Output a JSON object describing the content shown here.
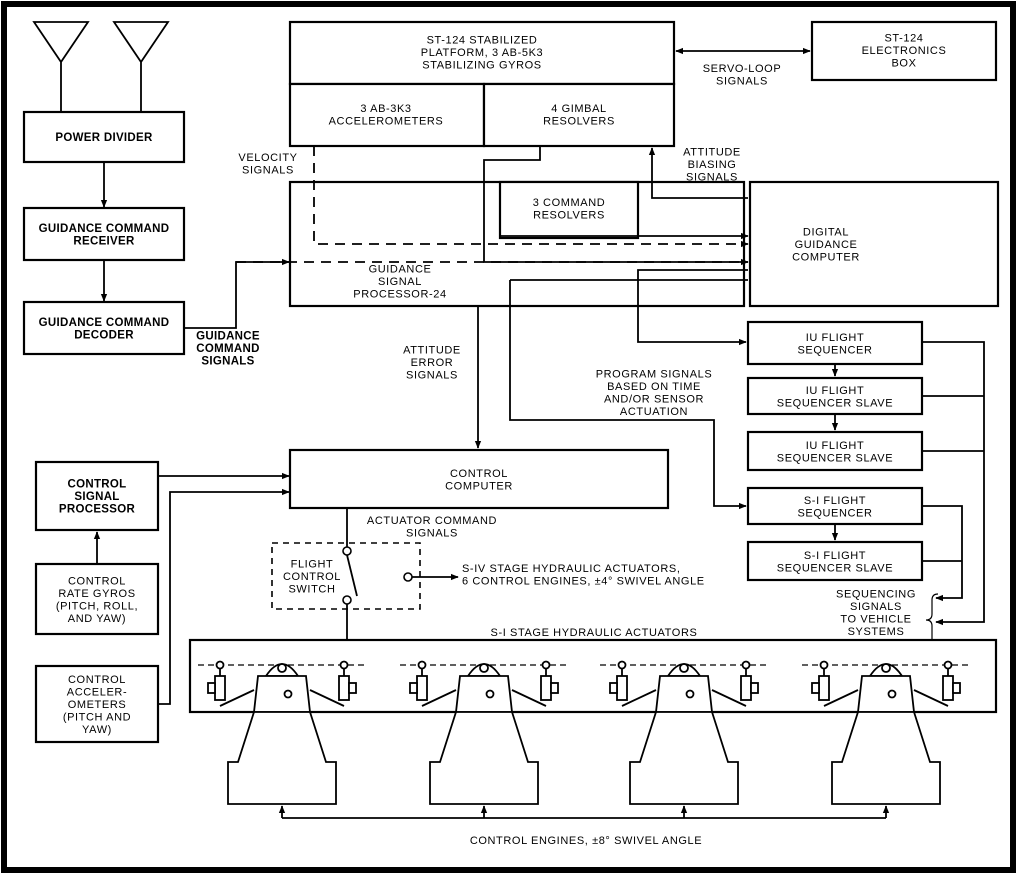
{
  "blocks": {
    "power_divider": [
      "POWER DIVIDER"
    ],
    "guidance_command_receiver": [
      "GUIDANCE COMMAND",
      "RECEIVER"
    ],
    "guidance_command_decoder": [
      "GUIDANCE COMMAND",
      "DECODER"
    ],
    "stabilized_platform": [
      "ST-124 STABILIZED",
      "PLATFORM, 3 AB-5K3",
      "STABILIZING GYROS"
    ],
    "accelerometers": [
      "3 AB-3K3",
      "ACCELEROMETERS"
    ],
    "gimbal_resolvers": [
      "4 GIMBAL",
      "RESOLVERS"
    ],
    "electronics_box": [
      "ST-124",
      "ELECTRONICS",
      "BOX"
    ],
    "command_resolvers": [
      "3 COMMAND",
      "RESOLVERS"
    ],
    "guidance_signal_processor": [
      "GUIDANCE",
      "SIGNAL",
      "PROCESSOR-24"
    ],
    "digital_guidance_computer": [
      "DIGITAL",
      "GUIDANCE",
      "COMPUTER"
    ],
    "iu_flight_sequencer": [
      "IU FLIGHT",
      "SEQUENCER"
    ],
    "iu_flight_sequencer_slave_1": [
      "IU FLIGHT",
      "SEQUENCER SLAVE"
    ],
    "iu_flight_sequencer_slave_2": [
      "IU FLIGHT",
      "SEQUENCER SLAVE"
    ],
    "si_flight_sequencer": [
      "S-I FLIGHT",
      "SEQUENCER"
    ],
    "si_flight_sequencer_slave": [
      "S-I FLIGHT",
      "SEQUENCER SLAVE"
    ],
    "control_computer": [
      "CONTROL",
      "COMPUTER"
    ],
    "control_signal_processor": [
      "CONTROL",
      "SIGNAL",
      "PROCESSOR"
    ],
    "control_rate_gyros": [
      "CONTROL",
      "RATE GYROS",
      "(PITCH, ROLL,",
      "AND YAW)"
    ],
    "control_accelerometers": [
      "CONTROL",
      "ACCELER-",
      "OMETERS",
      "(PITCH AND",
      "YAW)"
    ],
    "flight_control_switch": [
      "FLIGHT",
      "CONTROL",
      "SWITCH"
    ]
  },
  "labels": {
    "servo_loop": [
      "SERVO-LOOP",
      "SIGNALS"
    ],
    "velocity": [
      "VELOCITY",
      "SIGNALS"
    ],
    "attitude_biasing": [
      "ATTITUDE",
      "BIASING",
      "SIGNALS"
    ],
    "guidance_command_signals": [
      "GUIDANCE",
      "COMMAND",
      "SIGNALS"
    ],
    "attitude_error": [
      "ATTITUDE",
      "ERROR",
      "SIGNALS"
    ],
    "program_signals": [
      "PROGRAM SIGNALS",
      "BASED ON TIME",
      "AND/OR SENSOR",
      "ACTUATION"
    ],
    "actuator_command": [
      "ACTUATOR COMMAND",
      "SIGNALS"
    ],
    "siv_actuators": [
      "S-IV STAGE HYDRAULIC ACTUATORS,",
      "6 CONTROL ENGINES, ±4° SWIVEL ANGLE"
    ],
    "sequencing": [
      "SEQUENCING",
      "SIGNALS",
      "TO VEHICLE",
      "SYSTEMS"
    ],
    "si_actuators": [
      "S-I STAGE HYDRAULIC ACTUATORS"
    ],
    "control_engines": [
      "CONTROL ENGINES, ±8° SWIVEL ANGLE"
    ]
  }
}
